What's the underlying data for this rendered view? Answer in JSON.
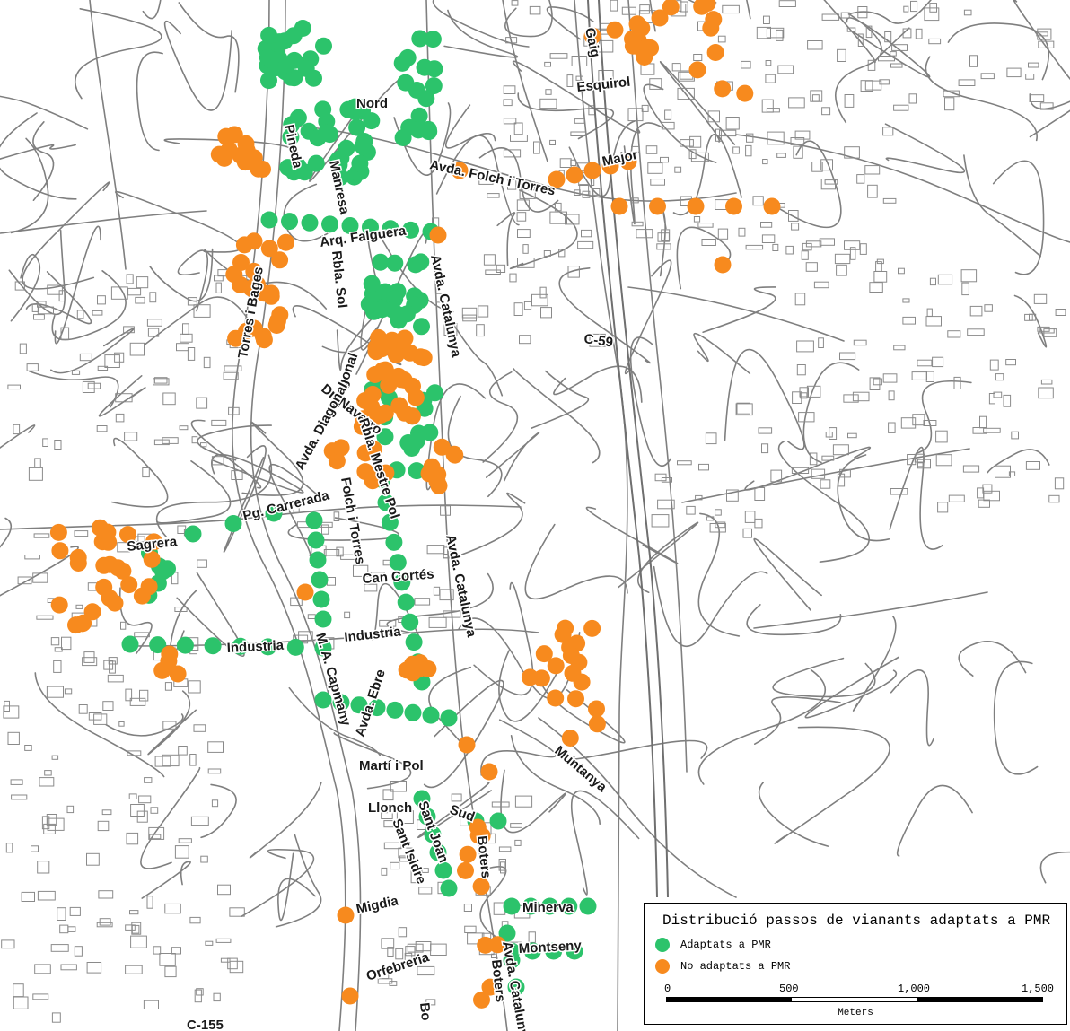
{
  "colors": {
    "adapted": "#2cc36b",
    "not_adapted": "#f78a1e",
    "streets": "#7f7f7f",
    "text": "#1a1a1a"
  },
  "street_labels": [
    {
      "id": "gaig",
      "text": "Gaig"
    },
    {
      "id": "esquirol",
      "text": "Esquirol"
    },
    {
      "id": "major",
      "text": "Major"
    },
    {
      "id": "nord",
      "text": "Nord"
    },
    {
      "id": "pineda",
      "text": "Pineda"
    },
    {
      "id": "manresa",
      "text": "Manresa"
    },
    {
      "id": "avda-folch-torres",
      "text": "Avda. Folch i Torres"
    },
    {
      "id": "arq-falguera",
      "text": "Arq. Falguera"
    },
    {
      "id": "torres-bages",
      "text": "Torres i Bages"
    },
    {
      "id": "rbla-sol",
      "text": "Rbla. Sol"
    },
    {
      "id": "avda-catalunya-n",
      "text": "Avda. Catalunya"
    },
    {
      "id": "c59",
      "text": "C-59"
    },
    {
      "id": "diagonal",
      "text": "Diagonal"
    },
    {
      "id": "dr-navarro",
      "text": "Dr. Navarro"
    },
    {
      "id": "avda-diagonal",
      "text": "Avda. Diagonal"
    },
    {
      "id": "rbla-mestre-pol",
      "text": "Rbla. Mestre Pol"
    },
    {
      "id": "folch-torres",
      "text": "Folch i Torres"
    },
    {
      "id": "pg-carrerada",
      "text": "Pg. Carrerada"
    },
    {
      "id": "sagrera",
      "text": "Sagrera"
    },
    {
      "id": "can-cortes",
      "text": "Can Cortés"
    },
    {
      "id": "avda-catalunya-s",
      "text": "Avda. Catalunya"
    },
    {
      "id": "industria-w",
      "text": "Industria"
    },
    {
      "id": "industria-e",
      "text": "Industria"
    },
    {
      "id": "m-a-capmany",
      "text": "M. A. Capmany"
    },
    {
      "id": "avda-ebre",
      "text": "Avda. Ebre"
    },
    {
      "id": "marti-pol",
      "text": "Martí i Pol"
    },
    {
      "id": "muntanya",
      "text": "Muntanya"
    },
    {
      "id": "llonch",
      "text": "Llonch"
    },
    {
      "id": "sud",
      "text": "Sud"
    },
    {
      "id": "sant-joan",
      "text": "Sant Joan"
    },
    {
      "id": "sant-isidre",
      "text": "Sant Isidre"
    },
    {
      "id": "boters",
      "text": "Boters"
    },
    {
      "id": "migdia",
      "text": "Migdia"
    },
    {
      "id": "minerva",
      "text": "Minerva"
    },
    {
      "id": "montseny",
      "text": "Montseny"
    },
    {
      "id": "orfebreria",
      "text": "Orfebreria"
    },
    {
      "id": "avda-catalunya-bottom",
      "text": "Avda. Catalunya"
    },
    {
      "id": "boters-bottom",
      "text": "Boters"
    },
    {
      "id": "bo",
      "text": "Bo"
    },
    {
      "id": "c155",
      "text": "C-155"
    }
  ],
  "legend": {
    "title": "Distribució passos de vianants adaptats a PMR",
    "items": [
      {
        "label": "Adaptats a PMR",
        "color": "#2cc36b"
      },
      {
        "label": "No adaptats a PMR",
        "color": "#f78a1e"
      }
    ]
  },
  "scale": {
    "ticks": [
      "0",
      "500",
      "1,000",
      "1,500"
    ],
    "unit": "Meters"
  }
}
